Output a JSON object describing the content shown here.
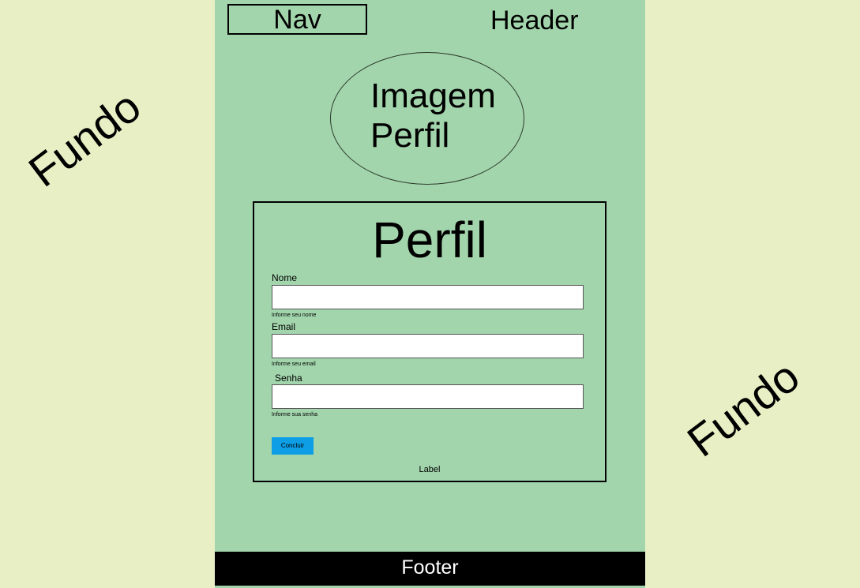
{
  "background": {
    "left_label": "Fundo",
    "right_label": "Fundo",
    "color": "#e8efc4"
  },
  "layout_colors": {
    "column": "#a2d5ac",
    "footer": "#000000",
    "button": "#0d9ee6"
  },
  "header": {
    "nav_label": "Nav",
    "title": "Header"
  },
  "profile_image": {
    "label": "Imagem Perfil"
  },
  "profile_card": {
    "title": "Perfil",
    "fields": [
      {
        "label": "Nome",
        "value": "",
        "helper": "Informe seu nome"
      },
      {
        "label": "Email",
        "value": "",
        "helper": "Informe seu email"
      },
      {
        "label": "Senha",
        "value": "",
        "helper": "Informe sua senha"
      }
    ],
    "submit_label": "Concluir",
    "bottom_label": "Label"
  },
  "footer": {
    "label": "Footer"
  }
}
